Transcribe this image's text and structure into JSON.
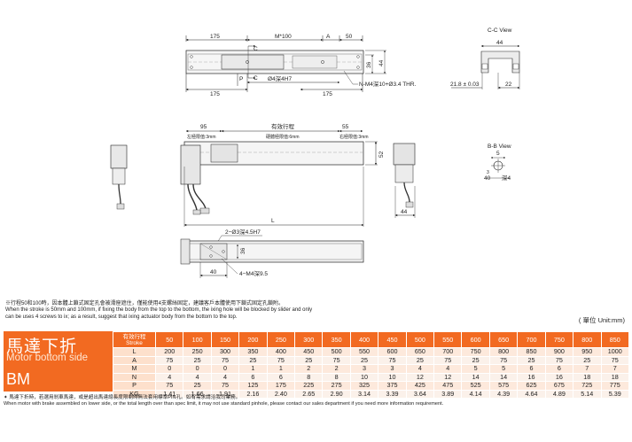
{
  "drawing": {
    "top_view": {
      "dim_175_left_top": "175",
      "dim_m100": "M*100",
      "dim_a": "A",
      "dim_50": "50",
      "section_c_top": "C",
      "section_c_bottom": "C",
      "section_p": "P",
      "dim_36": "36",
      "dim_44": "44",
      "hole_d4": "Ø4深4H7",
      "dim_175_left_bottom": "175",
      "dim_175_right_bottom": "175",
      "thread_note": "N-M4深10+Ø3.4 THR."
    },
    "cc_view": {
      "title": "C-C View",
      "dim_44": "44",
      "dim_21_8": "21.8 ± 0.03",
      "dim_22": "22"
    },
    "side_view": {
      "dim_95": "95",
      "label_travel": "有效行程",
      "dim_55": "55",
      "left_buffer": "左極限值:3mm",
      "hard_limit": "硬體極限值:6mm",
      "right_buffer": "右極限值:3mm",
      "dim_52": "52",
      "dim_l": "L",
      "dim_44": "44"
    },
    "bb_view": {
      "title": "B-B View",
      "dim_5": "5",
      "dim_40": "40",
      "dim_3": "3",
      "dim_m4": "深4"
    },
    "bottom_view": {
      "hole_note": "2−Ø3深4.5H7",
      "dim_36": "36",
      "dim_40": "40",
      "thread_note": "4−M4深9.5"
    }
  },
  "note": {
    "cn": "※行程50和100時，因本體上鎖式固定孔會被滑座遮住，僅能使用4支螺絲固定，建議客戶本體使用下鎖式固定孔鎖附。",
    "en1": "When the stroke is 50mm and 100mm, if fixing the body from the top to the bottom, the ixing hole will be blocked by slider and only",
    "en2": "can be uses 4 screws to ix; as a result, suggest that ixing actuator body from the bottom to the top."
  },
  "unit_label": "( 單位 Unit:mm)",
  "title_panel": {
    "cn": "馬達下折",
    "en": "Motor bottom side",
    "code": "BM"
  },
  "table": {
    "header_cn": "有效行程",
    "header_en": "Stroke",
    "strokes": [
      "50",
      "100",
      "150",
      "200",
      "250",
      "300",
      "350",
      "400",
      "450",
      "500",
      "550",
      "600",
      "650",
      "700",
      "750",
      "800",
      "850"
    ],
    "rows": [
      {
        "label": "L",
        "values": [
          "200",
          "250",
          "300",
          "350",
          "400",
          "450",
          "500",
          "550",
          "600",
          "650",
          "700",
          "750",
          "800",
          "850",
          "900",
          "950",
          "1000"
        ]
      },
      {
        "label": "A",
        "values": [
          "75",
          "25",
          "75",
          "25",
          "75",
          "25",
          "75",
          "25",
          "75",
          "25",
          "75",
          "25",
          "75",
          "25",
          "75",
          "25",
          "75"
        ]
      },
      {
        "label": "M",
        "values": [
          "0",
          "0",
          "0",
          "1",
          "1",
          "2",
          "2",
          "3",
          "3",
          "4",
          "4",
          "5",
          "5",
          "6",
          "6",
          "7",
          "7"
        ]
      },
      {
        "label": "N",
        "values": [
          "4",
          "4",
          "4",
          "6",
          "6",
          "8",
          "8",
          "10",
          "10",
          "12",
          "12",
          "14",
          "14",
          "16",
          "16",
          "18",
          "18"
        ]
      },
      {
        "label": "P",
        "values": [
          "75",
          "25",
          "75",
          "125",
          "175",
          "225",
          "275",
          "325",
          "375",
          "425",
          "475",
          "525",
          "575",
          "625",
          "675",
          "725",
          "775"
        ]
      },
      {
        "label": "KG",
        "values": [
          "1.41",
          "1.66",
          "1.91",
          "2.16",
          "2.40",
          "2.65",
          "2.90",
          "3.14",
          "3.39",
          "3.64",
          "3.89",
          "4.14",
          "4.39",
          "4.64",
          "4.89",
          "5.14",
          "5.39"
        ]
      }
    ]
  },
  "footnote": {
    "cn": "✦ 馬達下折時，若選用剎車馬達，或是超出馬達總長度限制時無法套用標準PIN孔。如有需求請洽我司業務。",
    "en": "When motor with brake assembled on lower side, or the total length over than spec limit, it may not use standard pinhole, please contact our sales department if you need more information requirement."
  }
}
